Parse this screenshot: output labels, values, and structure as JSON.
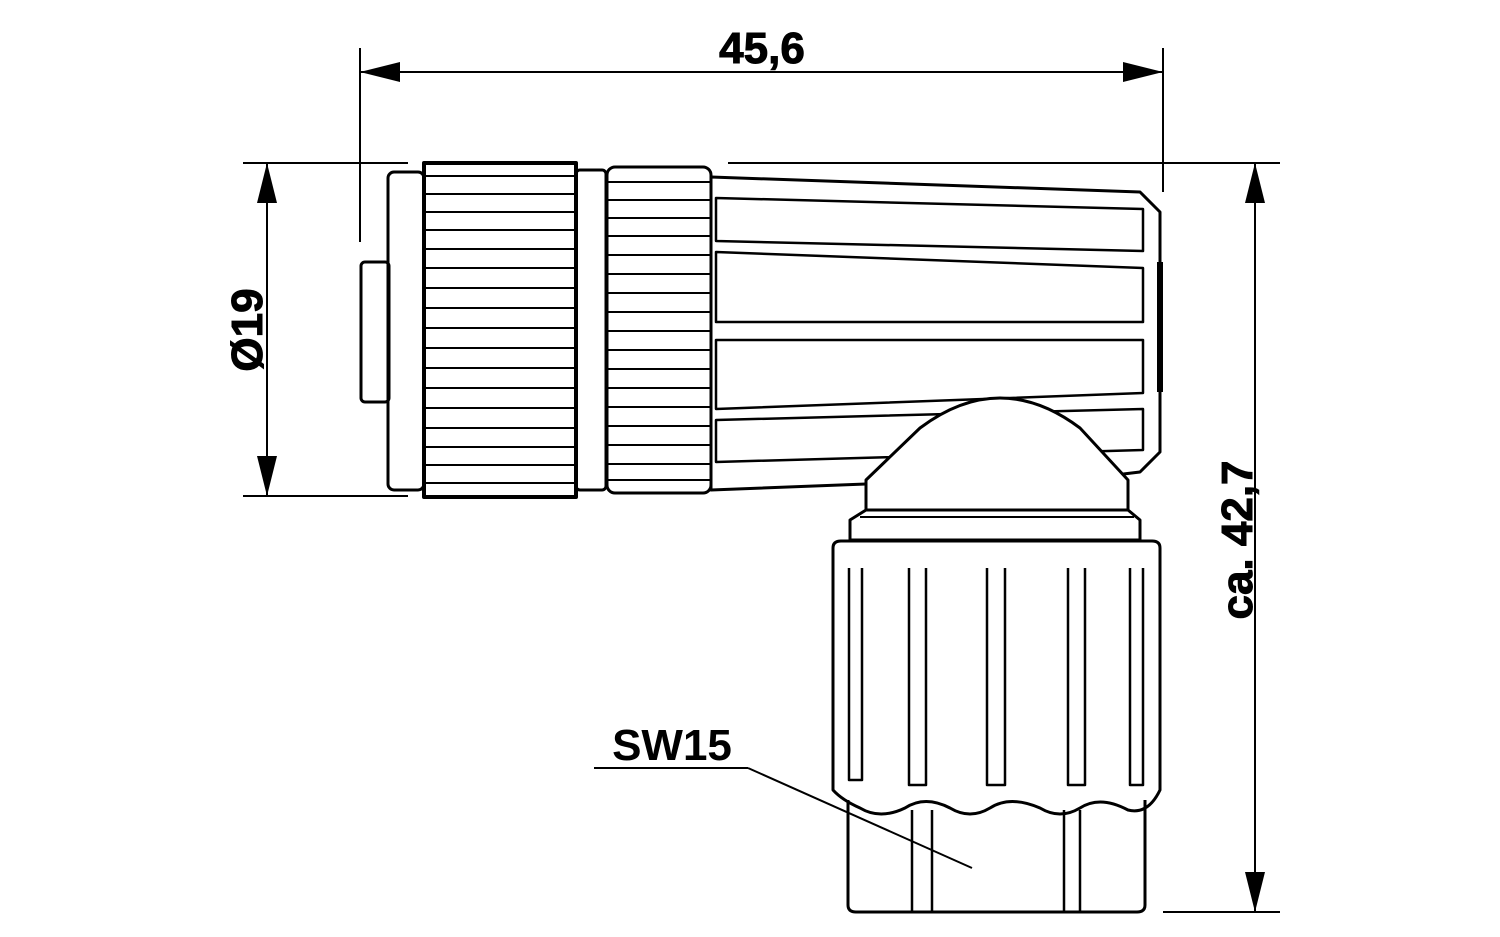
{
  "dimensions": {
    "length": "45,6",
    "diameter": "Ø19",
    "height": "ca. 42,7",
    "wrench_size": "SW15"
  },
  "colors": {
    "line": "#000000",
    "background": "#ffffff"
  }
}
